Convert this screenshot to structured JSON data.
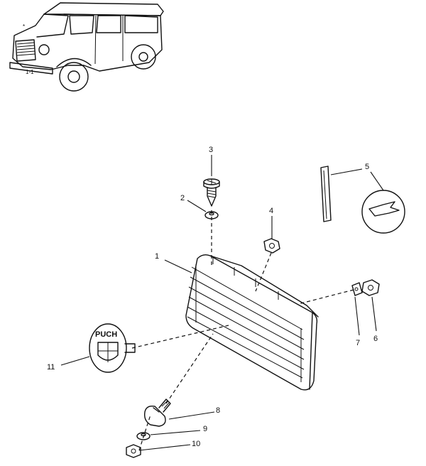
{
  "vehicle_marks": {
    "star": "*",
    "plate": "1-1"
  },
  "parts": [
    {
      "number": "1"
    },
    {
      "number": "2"
    },
    {
      "number": "3"
    },
    {
      "number": "4"
    },
    {
      "number": "5"
    },
    {
      "number": "6"
    },
    {
      "number": "7"
    },
    {
      "number": "8"
    },
    {
      "number": "9"
    },
    {
      "number": "10"
    },
    {
      "number": "11"
    }
  ],
  "badge_text": "PUCH"
}
